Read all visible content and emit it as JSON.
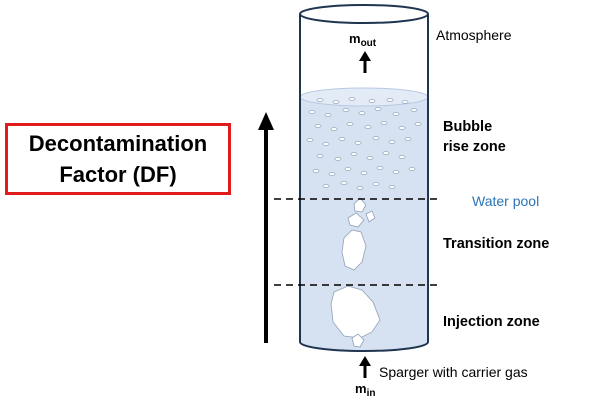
{
  "df_box": {
    "line1": "Decontamination",
    "line2": "Factor (DF)",
    "border_color": "#e01b1b"
  },
  "labels": {
    "atmosphere": "Atmosphere",
    "bubble_rise_line1": "Bubble",
    "bubble_rise_line2": "rise zone",
    "water_pool": "Water pool",
    "transition_zone": "Transition zone",
    "injection_zone": "Injection zone",
    "sparger": "Sparger with carrier gas"
  },
  "flows": {
    "out": {
      "symbol": "m",
      "subscript": "out"
    },
    "in": {
      "symbol": "m",
      "subscript": "in"
    }
  },
  "colors": {
    "water": "#d6e2f2",
    "vessel_outline": "#1f3550",
    "water_pool_label": "#2e75b6",
    "df_border": "#e01b1b"
  }
}
